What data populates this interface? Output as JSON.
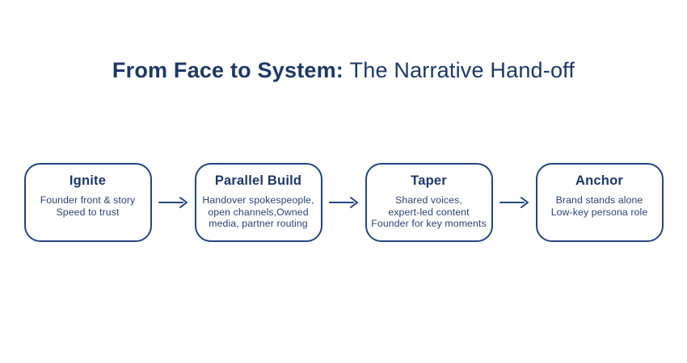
{
  "colors": {
    "background": "#ffffff",
    "navy_dark": "#1e3866",
    "navy_border": "#24457e",
    "navy_body": "#2b4271"
  },
  "title": {
    "bold": "From Face to System:",
    "regular": "The Narrative Hand-off"
  },
  "steps": [
    {
      "title": "Ignite",
      "body": "Founder front & story\nSpeed to trust"
    },
    {
      "title": "Parallel Build",
      "body": "Handover spokespeople,\nopen channels,Owned\nmedia, partner routing"
    },
    {
      "title": "Taper",
      "body": "Shared voices,\nexpert-led content\nFounder for key moments"
    },
    {
      "title": "Anchor",
      "body": "Brand stands alone\nLow-key persona role"
    }
  ],
  "arrow": {
    "name": "right-arrow"
  }
}
